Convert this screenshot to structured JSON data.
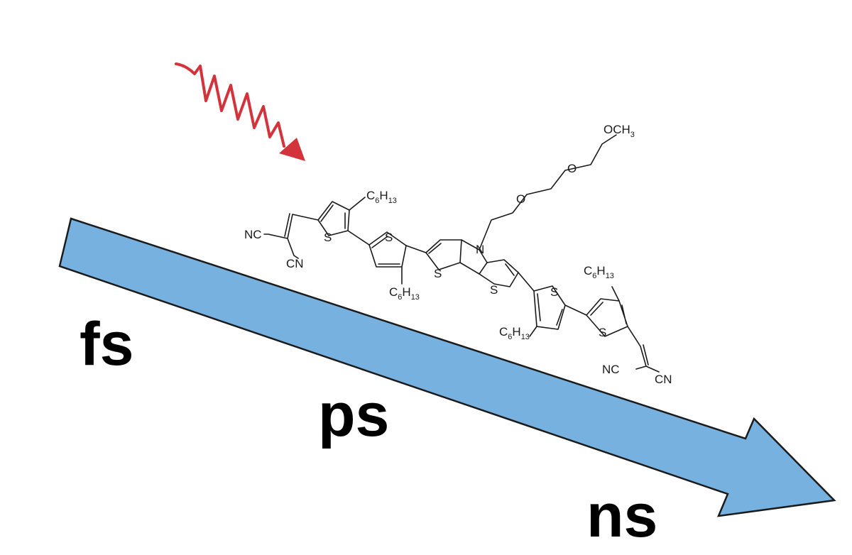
{
  "colors": {
    "arrow_fill": "#77b1e0",
    "arrow_stroke": "#1b1b1b",
    "photon": "#d3343b",
    "bond": "#1a1a1a"
  },
  "time_labels": {
    "fs": "fs",
    "ps": "ps",
    "ns": "ns"
  },
  "molecule": {
    "terminal_groups": {
      "nc_left": "NC",
      "cn_left": "CN",
      "nc_right": "NC",
      "cn_right": "CN"
    },
    "hexyl_chains": {
      "c": "C",
      "sub_6": "6",
      "h": "H",
      "sub_13": "13"
    },
    "heteroatoms": {
      "sulfur": "S",
      "nitrogen": "N",
      "oxygen": "O"
    },
    "methoxy": {
      "och": "OCH",
      "sub_3": "3"
    }
  }
}
